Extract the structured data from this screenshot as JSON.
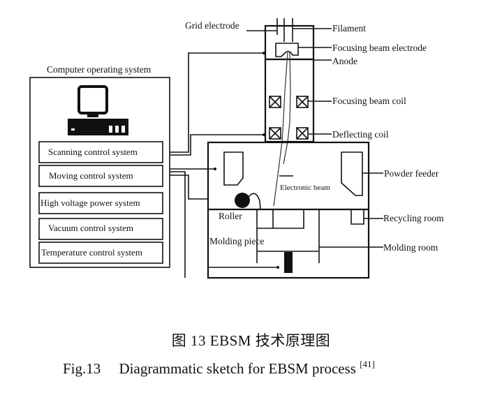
{
  "computer_section": {
    "title": "Computer operating system",
    "icon": "computer-icon",
    "systems": [
      {
        "label": "Scanning control system"
      },
      {
        "label": "Moving control system"
      },
      {
        "label": "High voltage power system"
      },
      {
        "label": "Vacuum control system"
      },
      {
        "label": "Temperature control system"
      }
    ]
  },
  "electron_gun_labels": {
    "grid_electrode": "Grid electrode",
    "filament": "Filament",
    "focusing_beam_electrode": "Focusing beam electrode",
    "anode": "Anode",
    "focusing_beam_coil": "Focusing beam coil",
    "deflecting_coil": "Deflecting coil"
  },
  "chamber_labels": {
    "powder_feeder": "Powder feeder",
    "electronic_beam": "Electronic beam",
    "roller": "Roller",
    "recycling_room": "Recycling room",
    "molding_piece": "Molding piece",
    "molding_room": "Molding room"
  },
  "caption": {
    "chinese": "图  13    EBSM 技术原理图",
    "english_prefix": "Fig.13",
    "english_title": "Diagrammatic sketch for EBSM process",
    "reference": "[41]"
  }
}
